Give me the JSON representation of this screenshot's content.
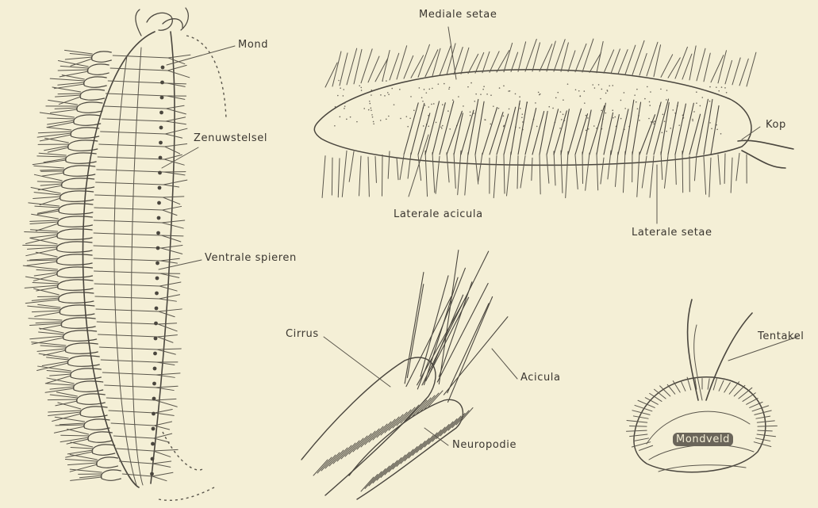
{
  "labels": {
    "mond": "Mond",
    "zenuwstelsel": "Zenuwstelsel",
    "ventrale_spieren": "Ventrale spieren",
    "mediale_setae": "Mediale setae",
    "kop": "Kop",
    "laterale_acicula": "Laterale acicula",
    "laterale_setae": "Laterale setae",
    "cirrus": "Cirrus",
    "acicula": "Acicula",
    "neuropodie": "Neuropodie",
    "tentakel": "Tentakel",
    "mondveld": "Mondveld"
  },
  "colors": {
    "paper": "#f4efd6",
    "ink": "#4a463e"
  }
}
